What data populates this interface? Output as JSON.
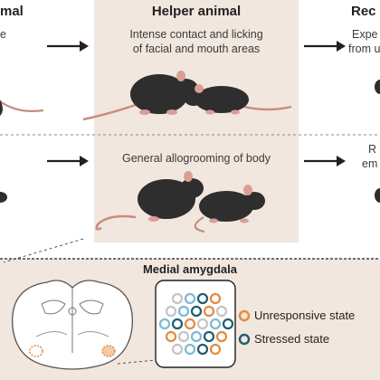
{
  "header": {
    "left_partial": "mal",
    "center": "Helper animal",
    "right_partial": "Rec"
  },
  "rows": [
    {
      "left_partial": "e",
      "helper_line1": "Intense contact and licking",
      "helper_line2": "of facial and mouth areas",
      "right_partial_line1": "Expe",
      "right_partial_line2": "from u"
    },
    {
      "helper_line1": "General allogrooming of body",
      "right_partial_line1": "R",
      "right_partial_line2": "em"
    }
  ],
  "amygdala": {
    "title": "Medial amygdala",
    "legend": [
      {
        "label": "Unresponsive state",
        "color": "#e58a3a"
      },
      {
        "label": "Stressed state",
        "color": "#1d5d73"
      }
    ]
  },
  "colors": {
    "panel": "#f1e7de",
    "arrow": "#231f20",
    "mouse": "#2e2e2e",
    "tail": "#c78c80",
    "neuron_orange": "#e58a3a",
    "neuron_teal": "#1d5d73",
    "neuron_blue": "#7fb8d6",
    "neuron_grey": "#c4c4c4"
  }
}
